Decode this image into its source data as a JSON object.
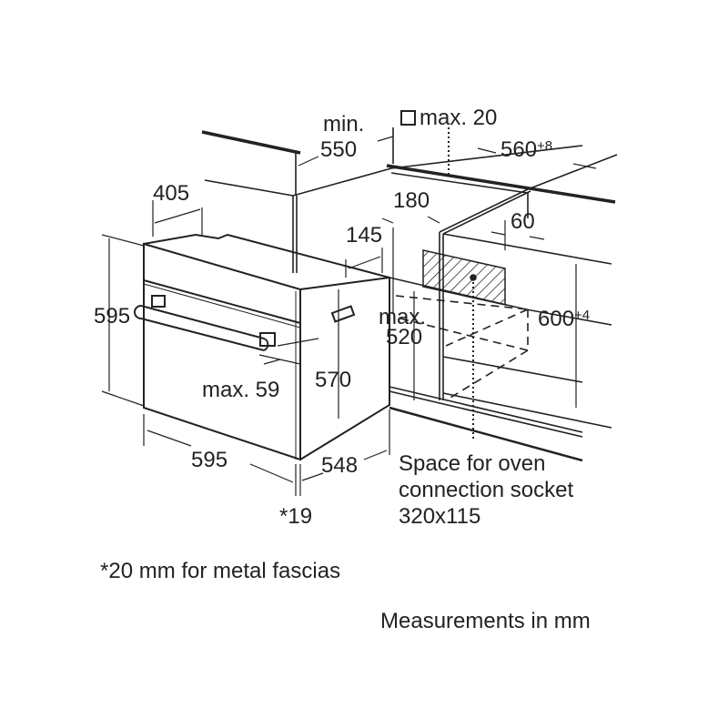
{
  "diagram": {
    "labels": {
      "min": "min.",
      "min_550": "550",
      "max_20": "max. 20",
      "w560": "560",
      "w560_tol": "+8",
      "d405": "405",
      "d180": "180",
      "d145": "145",
      "d60": "60",
      "h595": "595",
      "h600": "600",
      "h600_tol": "+4",
      "max": "max.",
      "max_520": "520",
      "max59": "max. 59",
      "h570": "570",
      "w595": "595",
      "d548": "548",
      "star19": "*19"
    },
    "socket_note": [
      "Space for oven",
      "connection socket",
      "320x115"
    ],
    "footnote": "*20 mm for metal fascias",
    "units_note": "Measurements in mm"
  }
}
